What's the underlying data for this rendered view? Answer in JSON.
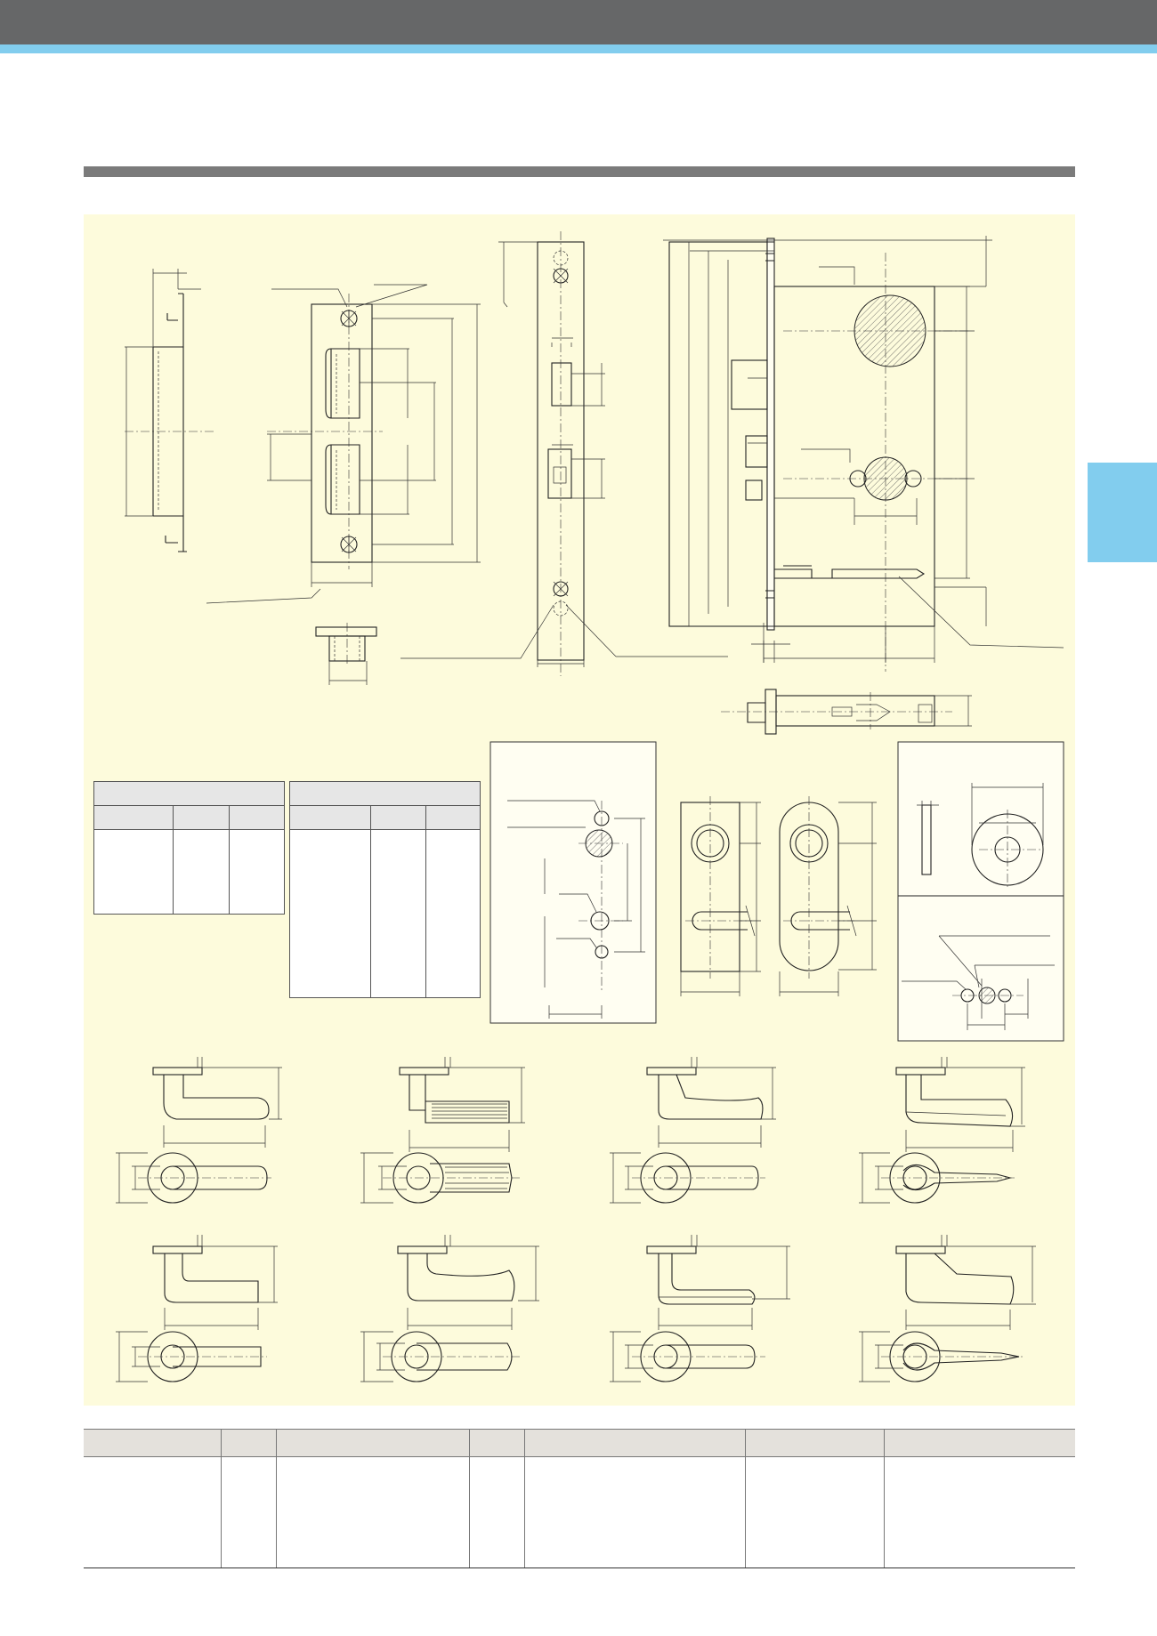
{
  "colors": {
    "header_bar": "#666768",
    "accent": "#82cdee",
    "section_rule": "#7b7b7b",
    "drawing_background": "#fdfbdc",
    "table_header": "#e4e1dc"
  },
  "drawings": [
    {
      "name": "strike-box-side-view"
    },
    {
      "name": "strike-plate-front-view"
    },
    {
      "name": "strike-box-small-view"
    },
    {
      "name": "lock-faceplate-front-view"
    },
    {
      "name": "lock-case-front-view"
    },
    {
      "name": "latch-bottom-view"
    },
    {
      "name": "door-preparation-detail"
    },
    {
      "name": "escutcheon-square-end"
    },
    {
      "name": "escutcheon-round-end"
    },
    {
      "name": "rose-detail"
    },
    {
      "name": "through-hole-detail"
    }
  ],
  "lever_handles": [
    {
      "id": 1
    },
    {
      "id": 2
    },
    {
      "id": 3
    },
    {
      "id": 4
    },
    {
      "id": 5
    },
    {
      "id": 6
    },
    {
      "id": 7
    },
    {
      "id": 8
    }
  ],
  "spec_tables": [
    {
      "name": "spec-table-left",
      "columns": 3
    },
    {
      "name": "spec-table-right",
      "columns": 3
    }
  ],
  "product_table": {
    "columns": 7
  }
}
